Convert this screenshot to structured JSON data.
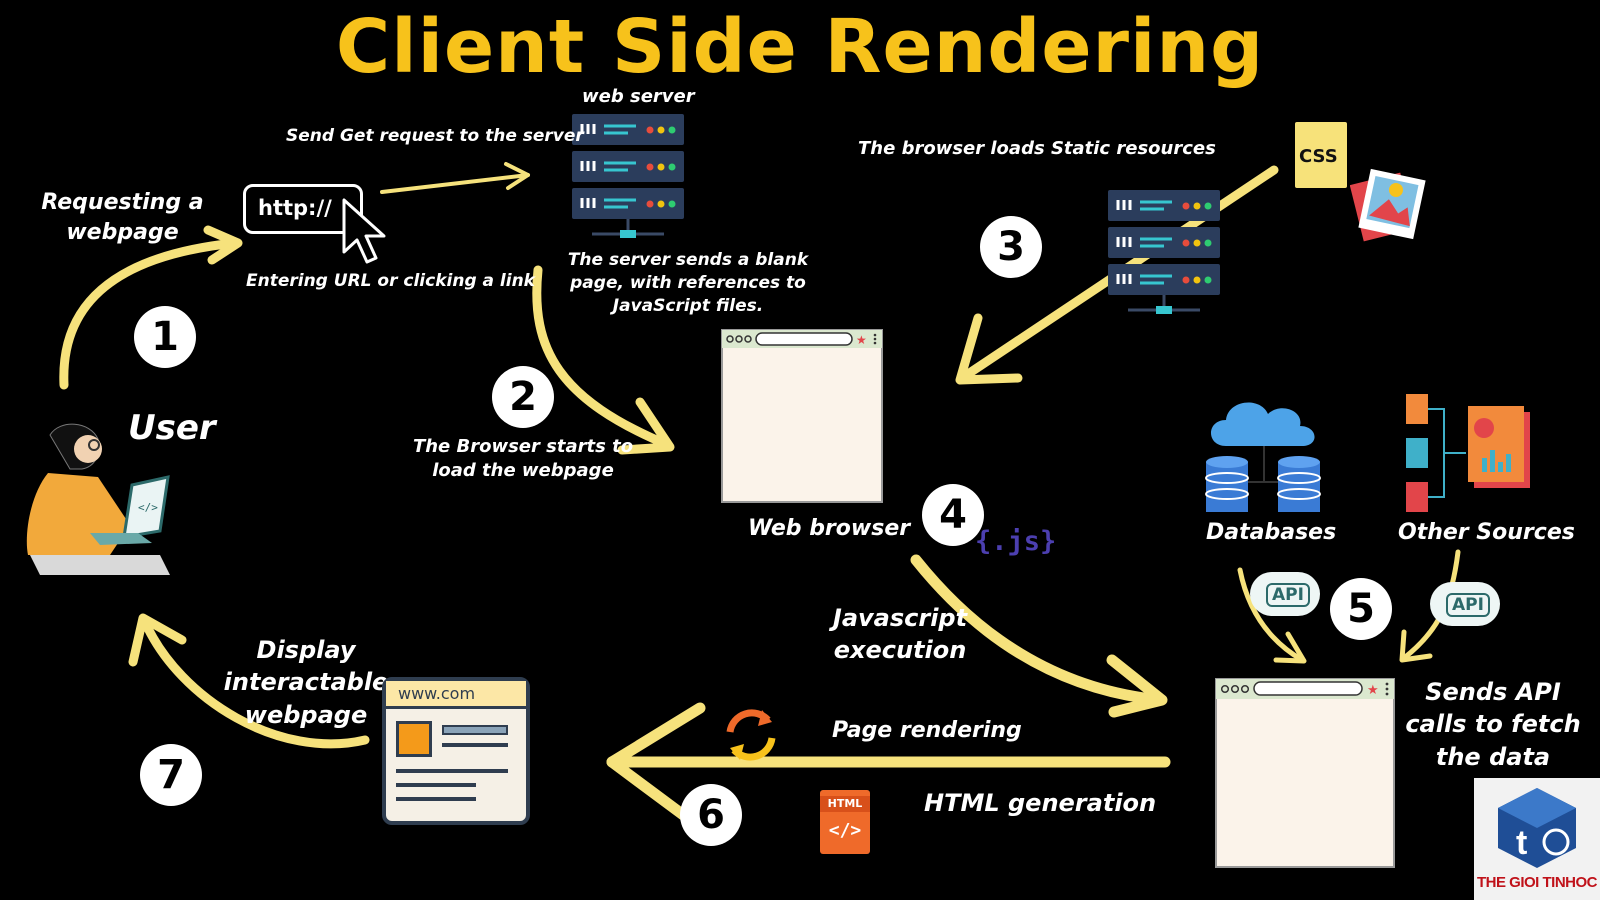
{
  "title": "Client Side Rendering",
  "labels": {
    "web_server": "web server",
    "send_get": "Send Get request to the server",
    "requesting": "Requesting a webpage",
    "url_text": "http://",
    "entering_url": "Entering URL or clicking a link",
    "server_sends": "The server sends a blank page, with references to JavaScript files.",
    "browser_loads_static": "The browser loads Static resources",
    "css": "CSS",
    "user": "User",
    "browser_starts": "The Browser starts to load the webpage",
    "web_browser": "Web browser",
    "js": "{.js}",
    "databases": "Databases",
    "other_sources": "Other Sources",
    "api": "API",
    "javascript_execution": "Javascript execution",
    "display_interactable": "Display interactable webpage",
    "www": "www.com",
    "page_rendering": "Page rendering",
    "html_generation": "HTML generation",
    "html": "HTML",
    "sends_api": "Sends API calls to fetch the data",
    "logo": "THE GIOI TINHOC"
  },
  "steps": [
    "1",
    "2",
    "3",
    "4",
    "5",
    "6",
    "7"
  ],
  "colors": {
    "background": "#000000",
    "accent_yellow": "#f7c21b",
    "arrow_yellow": "#f6e27c",
    "server_blue": "#2b3d5c",
    "browser_cream": "#fbf3ea",
    "browser_green": "#dbe8cf"
  },
  "icons": [
    "cursor-icon",
    "server-icon",
    "css-file-icon",
    "image-file-icon",
    "user-laptop-icon",
    "cloud-database-icon",
    "documents-chart-icon",
    "api-cloud-icon",
    "js-icon",
    "webpage-icon",
    "refresh-icon",
    "html-file-icon",
    "logo-icon"
  ]
}
